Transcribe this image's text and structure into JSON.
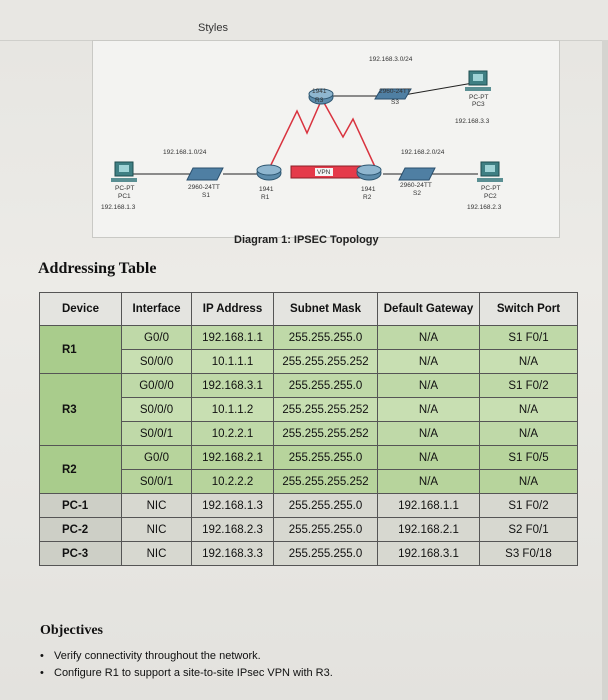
{
  "header": {
    "title": "Styles"
  },
  "diagram": {
    "caption": "Diagram 1: IPSEC Topology",
    "net_top": "192.168.3.0/24",
    "net_left": "192.168.1.0/24",
    "net_right": "192.168.2.0/24",
    "r1": {
      "model": "1941",
      "name": "R1"
    },
    "r2": {
      "model": "1941",
      "name": "R2"
    },
    "r3": {
      "model": "1941",
      "name": "R3"
    },
    "s1": {
      "model": "2960-24TT",
      "name": "S1"
    },
    "s2": {
      "model": "2960-24TT",
      "name": "S2"
    },
    "s3": {
      "model": "2960-24TT",
      "name": "S3"
    },
    "pc1": {
      "type": "PC-PT",
      "name": "PC1",
      "ip": "192.168.1.3"
    },
    "pc2": {
      "type": "PC-PT",
      "name": "PC2",
      "ip": "192.168.2.3"
    },
    "pc3": {
      "type": "PC-PT",
      "name": "PC3",
      "ip": "192.168.3.3"
    },
    "vpn_label": "VPN"
  },
  "addressing": {
    "heading": "Addressing Table",
    "columns": [
      "Device",
      "Interface",
      "IP Address",
      "Subnet Mask",
      "Default Gateway",
      "Switch Port"
    ],
    "groups": [
      {
        "device": "R1",
        "rows": [
          [
            "G0/0",
            "192.168.1.1",
            "255.255.255.0",
            "N/A",
            "S1 F0/1"
          ],
          [
            "S0/0/0",
            "10.1.1.1",
            "255.255.255.252",
            "N/A",
            "N/A"
          ]
        ]
      },
      {
        "device": "R3",
        "rows": [
          [
            "G0/0/0",
            "192.168.3.1",
            "255.255.255.0",
            "N/A",
            "S1 F0/2"
          ],
          [
            "S0/0/0",
            "10.1.1.2",
            "255.255.255.252",
            "N/A",
            "N/A"
          ],
          [
            "S0/0/1",
            "10.2.2.1",
            "255.255.255.252",
            "N/A",
            "N/A"
          ]
        ]
      },
      {
        "device": "R2",
        "rows": [
          [
            "G0/0",
            "192.168.2.1",
            "255.255.255.0",
            "N/A",
            "S1 F0/5"
          ],
          [
            "S0/0/1",
            "10.2.2.2",
            "255.255.255.252",
            "N/A",
            "N/A"
          ]
        ]
      },
      {
        "device": "PC-1",
        "rows": [
          [
            "NIC",
            "192.168.1.3",
            "255.255.255.0",
            "192.168.1.1",
            "S1 F0/2"
          ]
        ]
      },
      {
        "device": "PC-2",
        "rows": [
          [
            "NIC",
            "192.168.2.3",
            "255.255.255.0",
            "192.168.2.1",
            "S2 F0/1"
          ]
        ]
      },
      {
        "device": "PC-3",
        "rows": [
          [
            "NIC",
            "192.168.3.3",
            "255.255.255.0",
            "192.168.3.1",
            "S3 F0/18"
          ]
        ]
      }
    ]
  },
  "objectives": {
    "heading": "Objectives",
    "items": [
      "Verify connectivity throughout the network.",
      "Configure R1 to support a site-to-site IPsec VPN with R3."
    ]
  }
}
